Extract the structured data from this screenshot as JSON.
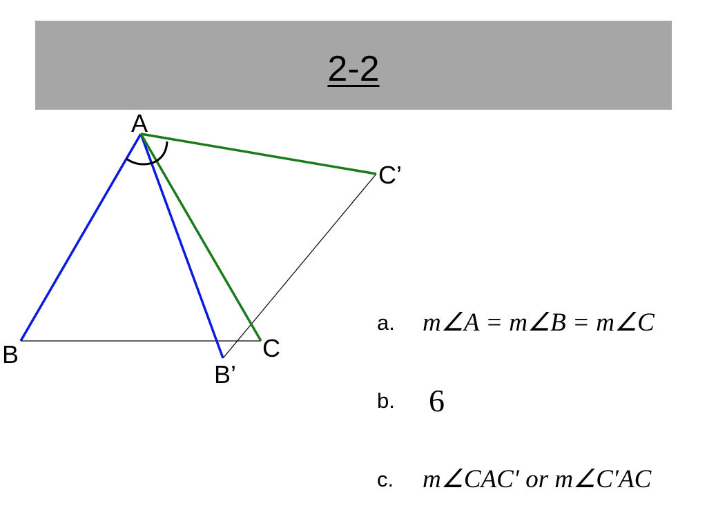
{
  "slide": {
    "title": "2-2"
  },
  "diagram": {
    "points": [
      {
        "id": "A",
        "label": "A"
      },
      {
        "id": "B",
        "label": "B"
      },
      {
        "id": "C",
        "label": "C"
      },
      {
        "id": "B_prime",
        "label": "B’"
      },
      {
        "id": "C_prime",
        "label": "C’"
      }
    ],
    "colors": {
      "original_side": "#0a1adf",
      "rotated_side": "#1b7a1b",
      "thin_line": "#000000"
    }
  },
  "answers": [
    {
      "letter": "a.",
      "text": "m∠A = m∠B = m∠C"
    },
    {
      "letter": "b.",
      "text": "6"
    },
    {
      "letter": "c.",
      "text": "m∠CAC′ or m∠C′AC"
    }
  ]
}
